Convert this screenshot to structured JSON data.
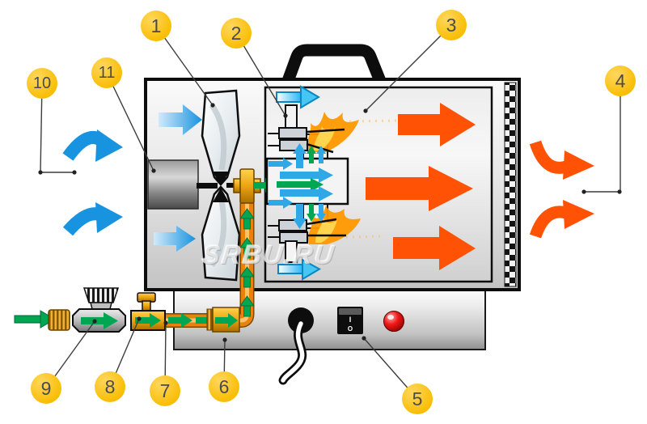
{
  "callouts": [
    {
      "label": "1"
    },
    {
      "label": "2"
    },
    {
      "label": "3"
    },
    {
      "label": "4"
    },
    {
      "label": "5"
    },
    {
      "label": "6"
    },
    {
      "label": "7"
    },
    {
      "label": "8"
    },
    {
      "label": "9"
    },
    {
      "label": "10"
    },
    {
      "label": "11"
    }
  ],
  "watermark": {
    "text": "SRBU.RU"
  },
  "power_switch": {
    "on_mark": "I",
    "off_mark": "O"
  },
  "colors": {
    "callout_bg": "#F9BE06",
    "callout_text": "#4A4A52",
    "cold_air_blue": "#1793DF",
    "hot_air_orange": "#FF5205",
    "gas_flow_green": "#00A651",
    "pipe_orange": "#E8820C",
    "flame_orange": "#FF9800",
    "flame_yellow": "#FFD54F",
    "indicator_red": "#E00000",
    "housing_gray": "#E3E3E3"
  }
}
